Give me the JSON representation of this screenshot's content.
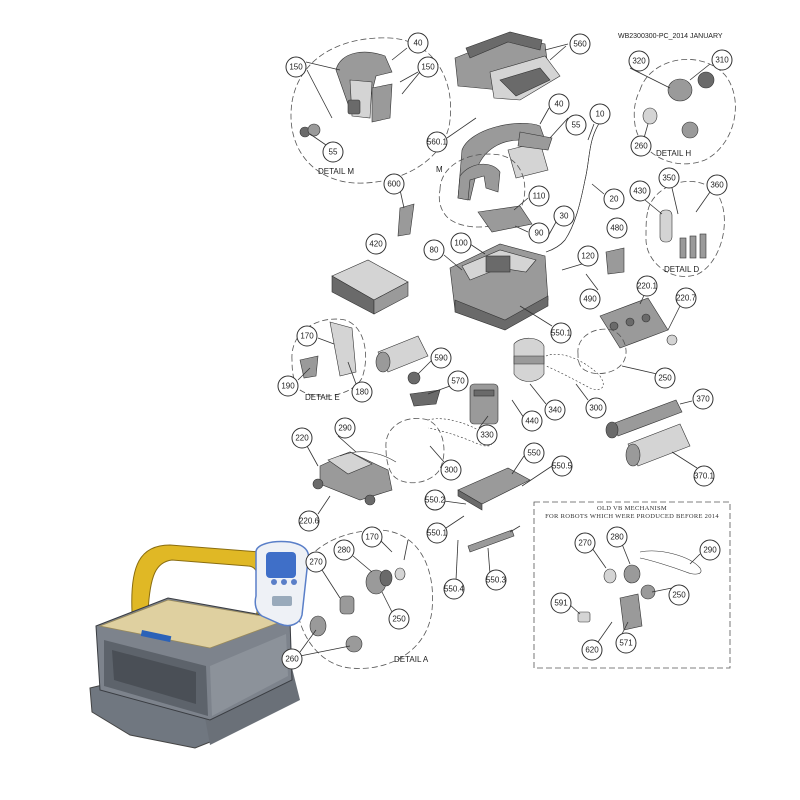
{
  "document_code": "WB2300300-PC_2014 JANUARY",
  "old_mechanism": {
    "title_line1": "OLD   VB   MECHANISM",
    "title_line2": "FOR ROBOTS WHICH WERE PRODUCED BEFORE 2014"
  },
  "details": {
    "m": "DETAIL M",
    "h": "DETAIL H",
    "d": "DETAIL D",
    "e": "DETAIL E",
    "a": "DETAIL A",
    "m_marker": "M"
  },
  "callouts": [
    "40",
    "150",
    "150",
    "55",
    "560",
    "560.1",
    "40",
    "55",
    "10",
    "20",
    "320",
    "310",
    "260",
    "30",
    "600",
    "110",
    "90",
    "100",
    "120",
    "80",
    "420",
    "480",
    "490",
    "550.1",
    "430",
    "350",
    "360",
    "220.1",
    "220.7",
    "170",
    "180",
    "190",
    "590",
    "570",
    "440",
    "330",
    "340",
    "300",
    "250",
    "370",
    "370.1",
    "220",
    "290",
    "300",
    "550",
    "550.5",
    "550.2",
    "550.1",
    "220.6",
    "550.4",
    "550.3",
    "170",
    "280",
    "270",
    "250",
    "260",
    "270",
    "280",
    "290",
    "250",
    "591",
    "620",
    "571"
  ]
}
